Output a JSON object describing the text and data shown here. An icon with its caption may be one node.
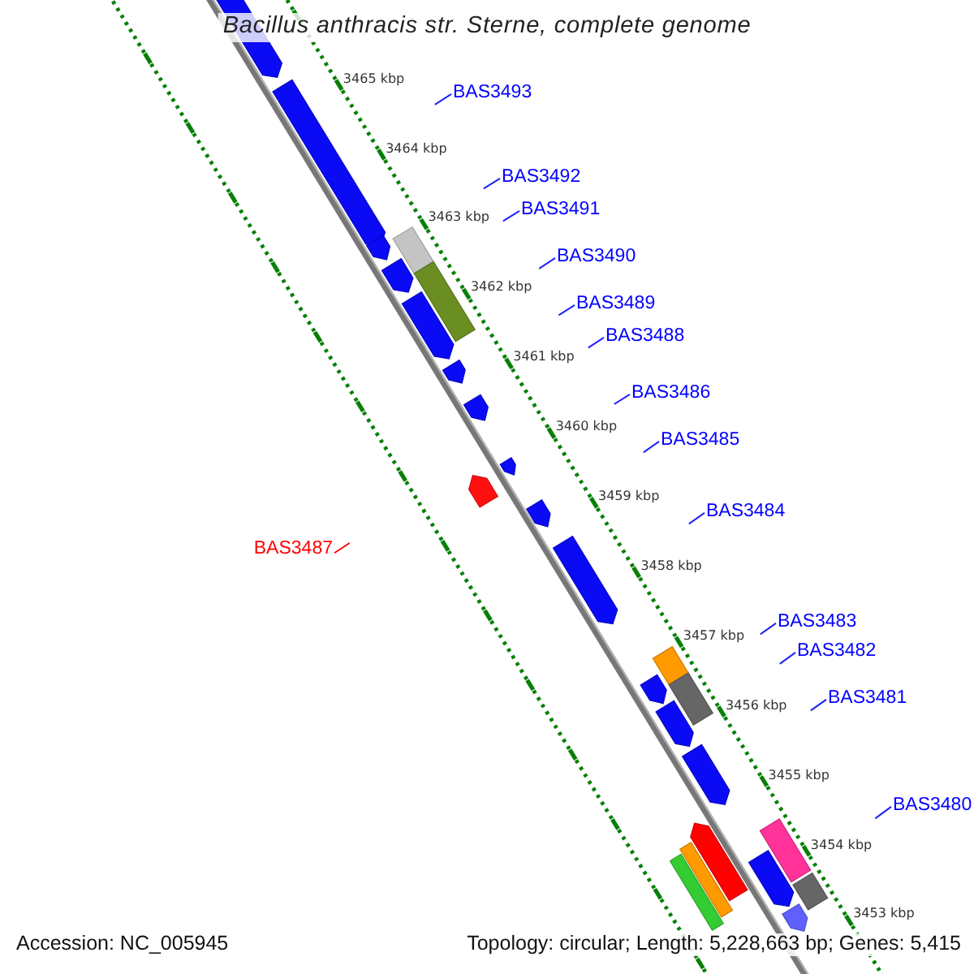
{
  "diagram": {
    "title": "Bacillus anthracis str. Sterne, complete genome",
    "nodes": [
      {
        "text": [
          "BAS3493"
        ]
      },
      {
        "text": [
          "BAS3492"
        ]
      },
      {
        "text": [
          "BAS3491"
        ]
      },
      {
        "text": [
          "BAS3490"
        ]
      },
      {
        "text": [
          "BAS3489"
        ]
      },
      {
        "text": [
          "BAS3488"
        ]
      },
      {
        "text": [
          "BAS3486"
        ]
      },
      {
        "text": [
          "BAS3485"
        ]
      },
      {
        "text": [
          "BAS3484"
        ]
      },
      {
        "text": [
          "BAS3487"
        ]
      },
      {
        "text": [
          "BAS3483"
        ]
      },
      {
        "text": [
          "BAS3482"
        ]
      },
      {
        "text": [
          "BAS3481"
        ]
      },
      {
        "text": [
          "BAS3480"
        ]
      }
    ],
    "edges": [
      {
        "from": 0,
        "to": null,
        "arrow": "none"
      },
      {
        "from": 1,
        "to": null,
        "arrow": "none"
      },
      {
        "from": 2,
        "to": null,
        "arrow": "none"
      },
      {
        "from": 3,
        "to": null,
        "arrow": "none"
      },
      {
        "from": 4,
        "to": null,
        "arrow": "none"
      },
      {
        "from": 5,
        "to": null,
        "arrow": "none"
      },
      {
        "from": 6,
        "to": null,
        "arrow": "none"
      },
      {
        "from": 7,
        "to": null,
        "arrow": "none"
      },
      {
        "from": 8,
        "to": null,
        "arrow": "none"
      },
      {
        "from": 9,
        "to": null,
        "arrow": "none",
        "color": "#ff0000"
      },
      {
        "from": 10,
        "to": null,
        "arrow": "none"
      },
      {
        "from": 11,
        "to": null,
        "arrow": "none"
      },
      {
        "from": 12,
        "to": null,
        "arrow": "none"
      },
      {
        "from": 13,
        "to": null,
        "arrow": "none"
      }
    ],
    "labels": [
      "3465 kbp",
      "3464 kbp",
      "3463 kbp",
      "3462 kbp",
      "3461 kbp",
      "3460 kbp",
      "3459 kbp",
      "3458 kbp",
      "3457 kbp",
      "3456 kbp",
      "3455 kbp",
      "3454 kbp",
      "3453 kbp",
      "Accession: NC_005945",
      "Topology: circular; Length: 5,228,663 bp; Genes: 5,415"
    ]
  }
}
